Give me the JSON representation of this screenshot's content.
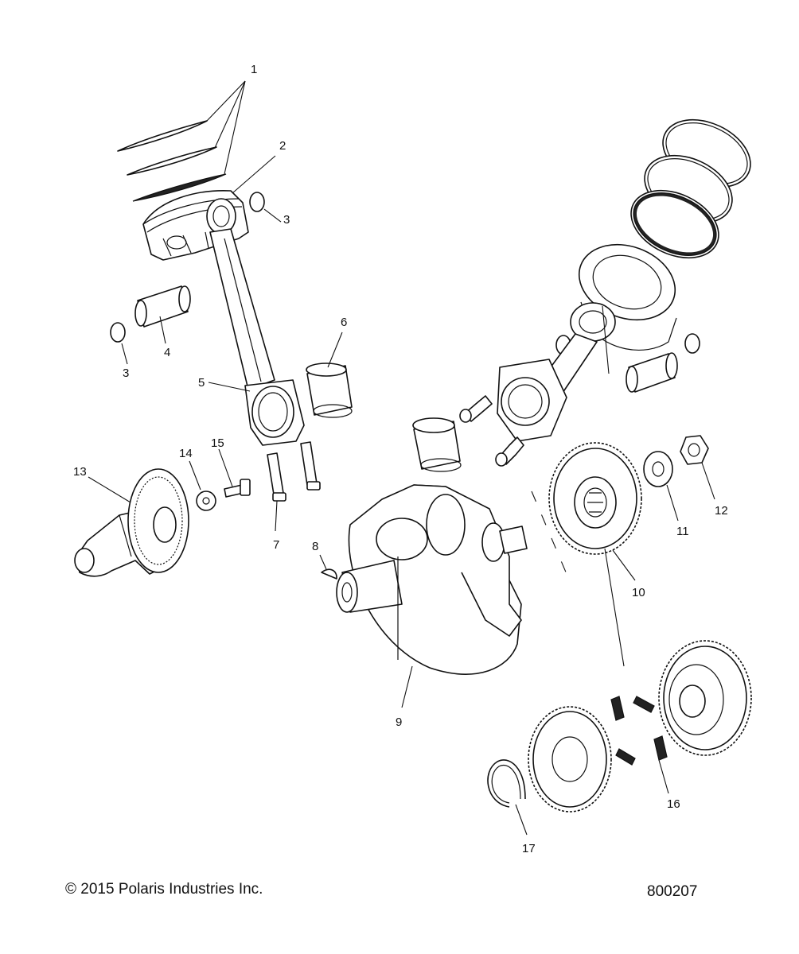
{
  "callouts": [
    "1",
    "2",
    "3",
    "3",
    "4",
    "5",
    "6",
    "7",
    "8",
    "9",
    "10",
    "11",
    "12",
    "13",
    "14",
    "15",
    "16",
    "17"
  ],
  "footer": {
    "copyright": "© 2015 Polaris Industries Inc.",
    "diagram_number": "800207"
  }
}
